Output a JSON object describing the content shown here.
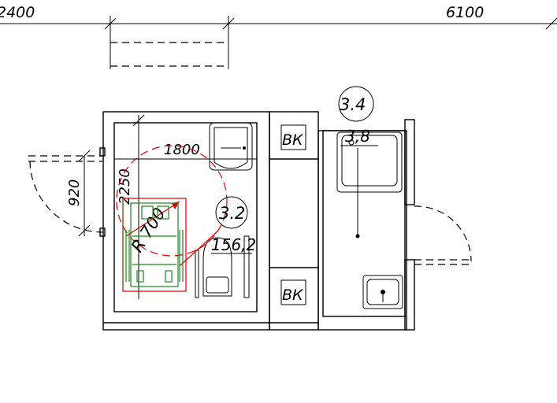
{
  "dimensions": {
    "top_left": "2400",
    "top_right": "6100",
    "width_1800": "1800",
    "height_2250": "2250",
    "door_920": "920"
  },
  "rooms": {
    "room_a_number": "3.2",
    "room_a_area": "156,2",
    "room_b_number": "3.4",
    "room_b_area": "3,8"
  },
  "shafts": {
    "upper": "ВК",
    "lower": "ВК"
  },
  "turning_radius": "R 700",
  "colors": {
    "lines": "#000000",
    "turning_circle": "#e00000",
    "wheelchair": "#1a8a1a"
  }
}
